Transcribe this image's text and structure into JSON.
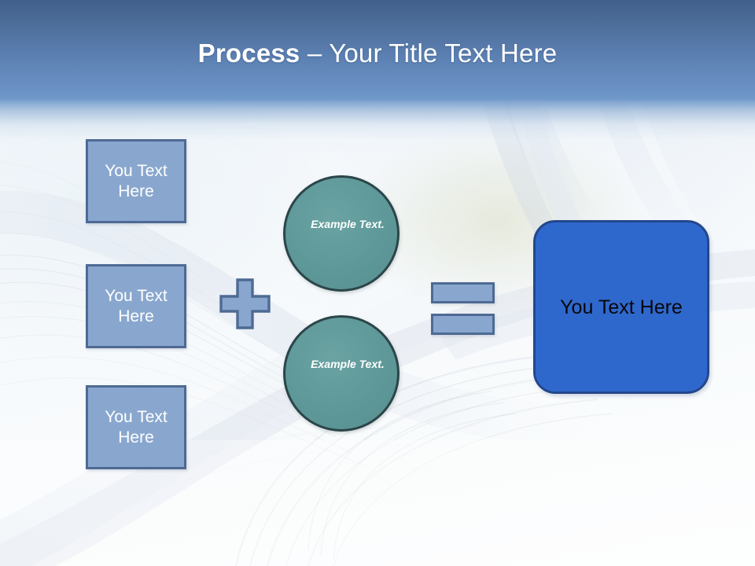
{
  "slide": {
    "title_bold": "Process",
    "title_separator": " – ",
    "title_rest": "Your Title Text Here"
  },
  "inputs": [
    {
      "label": "You Text Here"
    },
    {
      "label": "You Text Here"
    },
    {
      "label": "You Text Here"
    }
  ],
  "operators": {
    "plus": "plus-sign",
    "equals": "equals-sign"
  },
  "middle": [
    {
      "label": "Example Text."
    },
    {
      "label": "Example Text."
    }
  ],
  "result": {
    "label": "You Text Here"
  },
  "colors": {
    "header_top": "#415f8a",
    "header_bottom": "#7099ca",
    "box_fill": "#89a7ce",
    "box_border": "#4e6a94",
    "circle_fill": "#5e9898",
    "circle_border": "#2b4549",
    "result_fill": "#2f68cd",
    "result_border": "#23478c",
    "title_text": "#ffffff",
    "result_text": "#07070a"
  }
}
